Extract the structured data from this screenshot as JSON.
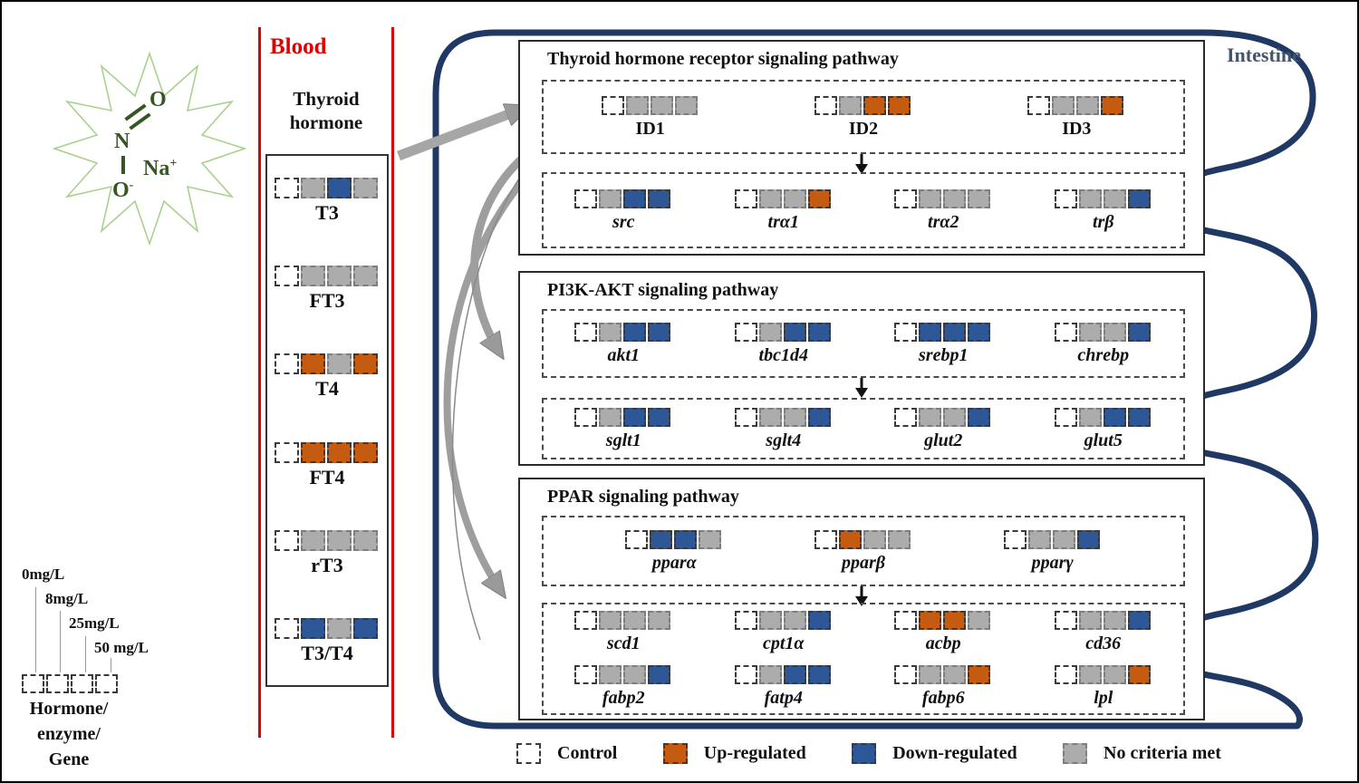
{
  "compound": {
    "o_top": "O",
    "n": "N",
    "o_bottom": "O",
    "o_charge": "-",
    "na": "Na",
    "na_charge": "+"
  },
  "dose_legend": {
    "labels": [
      "0mg/L",
      "8mg/L",
      "25mg/L",
      "50 mg/L"
    ],
    "strips": [
      {
        "label": null,
        "italic": false,
        "cells": [
          "control",
          "control",
          "control",
          "control"
        ]
      }
    ],
    "caption_lines": [
      "Hormone/",
      "enzyme/",
      "Gene"
    ]
  },
  "blood": {
    "title": "Blood",
    "subtitle": "Thyroid hormone",
    "hormones": [
      {
        "label": "T3",
        "italic": false,
        "cells": [
          "control",
          "none",
          "down",
          "none"
        ]
      },
      {
        "label": "FT3",
        "italic": false,
        "cells": [
          "control",
          "none",
          "none",
          "none"
        ]
      },
      {
        "label": "T4",
        "italic": false,
        "cells": [
          "control",
          "up",
          "none",
          "up"
        ]
      },
      {
        "label": "FT4",
        "italic": false,
        "cells": [
          "control",
          "up",
          "up",
          "up"
        ]
      },
      {
        "label": "rT3",
        "italic": false,
        "cells": [
          "control",
          "none",
          "none",
          "none"
        ]
      },
      {
        "label": "T3/T4",
        "italic": false,
        "cells": [
          "control",
          "down",
          "none",
          "down"
        ]
      }
    ]
  },
  "intestine": {
    "label": "Intestine"
  },
  "pathways": [
    {
      "title": "Thyroid hormone receptor signaling pathway",
      "rows": [
        [
          {
            "label": "ID1",
            "italic": false,
            "cells": [
              "control",
              "none",
              "none",
              "none"
            ]
          },
          {
            "label": "ID2",
            "italic": false,
            "cells": [
              "control",
              "none",
              "up",
              "up"
            ]
          },
          {
            "label": "ID3",
            "italic": false,
            "cells": [
              "control",
              "none",
              "none",
              "up"
            ]
          }
        ],
        [
          {
            "label": "src",
            "italic": true,
            "cells": [
              "control",
              "none",
              "down",
              "down"
            ]
          },
          {
            "label": "trα1",
            "italic": true,
            "cells": [
              "control",
              "none",
              "none",
              "up"
            ]
          },
          {
            "label": "trα2",
            "italic": true,
            "cells": [
              "control",
              "none",
              "none",
              "none"
            ]
          },
          {
            "label": "trβ",
            "italic": true,
            "cells": [
              "control",
              "none",
              "none",
              "down"
            ]
          }
        ]
      ]
    },
    {
      "title": "PI3K-AKT signaling pathway",
      "rows": [
        [
          {
            "label": "akt1",
            "italic": true,
            "cells": [
              "control",
              "none",
              "down",
              "down"
            ]
          },
          {
            "label": "tbc1d4",
            "italic": true,
            "cells": [
              "control",
              "none",
              "down",
              "down"
            ]
          },
          {
            "label": "srebp1",
            "italic": true,
            "cells": [
              "control",
              "down",
              "down",
              "down"
            ]
          },
          {
            "label": "chrebp",
            "italic": true,
            "cells": [
              "control",
              "none",
              "none",
              "down"
            ]
          }
        ],
        [
          {
            "label": "sglt1",
            "italic": true,
            "cells": [
              "control",
              "none",
              "down",
              "down"
            ]
          },
          {
            "label": "sglt4",
            "italic": true,
            "cells": [
              "control",
              "none",
              "none",
              "down"
            ]
          },
          {
            "label": "glut2",
            "italic": true,
            "cells": [
              "control",
              "none",
              "none",
              "down"
            ]
          },
          {
            "label": "glut5",
            "italic": true,
            "cells": [
              "control",
              "none",
              "down",
              "down"
            ]
          }
        ]
      ]
    },
    {
      "title": "PPAR signaling pathway",
      "rows": [
        [
          {
            "label": "pparα",
            "italic": true,
            "cells": [
              "control",
              "down",
              "down",
              "none"
            ]
          },
          {
            "label": "pparβ",
            "italic": true,
            "cells": [
              "control",
              "up",
              "none",
              "none"
            ]
          },
          {
            "label": "pparγ",
            "italic": true,
            "cells": [
              "control",
              "none",
              "none",
              "down"
            ]
          }
        ],
        [
          {
            "label": "scd1",
            "italic": true,
            "cells": [
              "control",
              "none",
              "none",
              "none"
            ]
          },
          {
            "label": "cpt1α",
            "italic": true,
            "cells": [
              "control",
              "none",
              "none",
              "down"
            ]
          },
          {
            "label": "acbp",
            "italic": true,
            "cells": [
              "control",
              "up",
              "up",
              "none"
            ]
          },
          {
            "label": "cd36",
            "italic": true,
            "cells": [
              "control",
              "none",
              "none",
              "down"
            ]
          }
        ],
        [
          {
            "label": "fabp2",
            "italic": true,
            "cells": [
              "control",
              "none",
              "none",
              "down"
            ]
          },
          {
            "label": "fatp4",
            "italic": true,
            "cells": [
              "control",
              "none",
              "down",
              "down"
            ]
          },
          {
            "label": "fabp6",
            "italic": true,
            "cells": [
              "control",
              "none",
              "none",
              "up"
            ]
          },
          {
            "label": "lpl",
            "italic": true,
            "cells": [
              "control",
              "none",
              "none",
              "up"
            ]
          }
        ]
      ]
    }
  ],
  "status_legend": [
    {
      "label": "Control",
      "type": "control"
    },
    {
      "label": "Up-regulated",
      "type": "up"
    },
    {
      "label": "Down-regulated",
      "type": "down"
    },
    {
      "label": "No criteria met",
      "type": "none"
    }
  ],
  "colors": {
    "up": "#C55A11",
    "down": "#2E5797",
    "none": "#ACACAC",
    "control": "#FFFFFF",
    "intestine_border": "#1F3864",
    "intestine_label": "#44546A",
    "blood_red": "#E00000",
    "star_outline": "#A9D18E",
    "formula_green": "#375623"
  }
}
